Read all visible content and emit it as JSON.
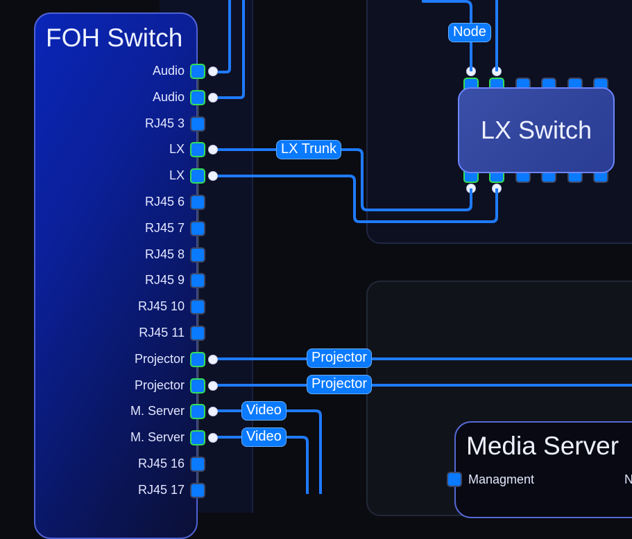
{
  "foh_switch": {
    "title": "FOH Switch",
    "ports": [
      {
        "label": "Audio",
        "active": true
      },
      {
        "label": "Audio",
        "active": true
      },
      {
        "label": "RJ45 3",
        "active": false
      },
      {
        "label": "LX",
        "active": true
      },
      {
        "label": "LX",
        "active": true
      },
      {
        "label": "RJ45 6",
        "active": false
      },
      {
        "label": "RJ45 7",
        "active": false
      },
      {
        "label": "RJ45 8",
        "active": false
      },
      {
        "label": "RJ45 9",
        "active": false
      },
      {
        "label": "RJ45 10",
        "active": false
      },
      {
        "label": "RJ45 11",
        "active": false
      },
      {
        "label": "Projector",
        "active": true
      },
      {
        "label": "Projector",
        "active": true
      },
      {
        "label": "M. Server",
        "active": true
      },
      {
        "label": "M. Server",
        "active": true
      },
      {
        "label": "RJ45 16",
        "active": false
      },
      {
        "label": "RJ45 17",
        "active": false
      }
    ]
  },
  "lx_switch": {
    "title": "LX Switch",
    "top_ports_active": [
      true,
      true,
      false,
      false,
      false,
      false
    ],
    "bottom_ports_active": [
      true,
      true,
      false,
      false,
      false,
      false
    ]
  },
  "media_server": {
    "title": "Media Server",
    "ports": [
      {
        "label": "Managment"
      }
    ],
    "truncated_label": "N"
  },
  "links": {
    "node": "Node",
    "lx_trunk": "LX Trunk",
    "projector_1": "Projector",
    "projector_2": "Projector",
    "video_1": "Video",
    "video_2": "Video"
  },
  "colors": {
    "wire": "#1f7bff",
    "port": "#0a7aff",
    "port_active_border": "#33dd55",
    "foh_border": "#4f62d6",
    "lx_fill": "#2f43a0",
    "lx_border": "#6c86ff",
    "background": "#0b0c11"
  }
}
